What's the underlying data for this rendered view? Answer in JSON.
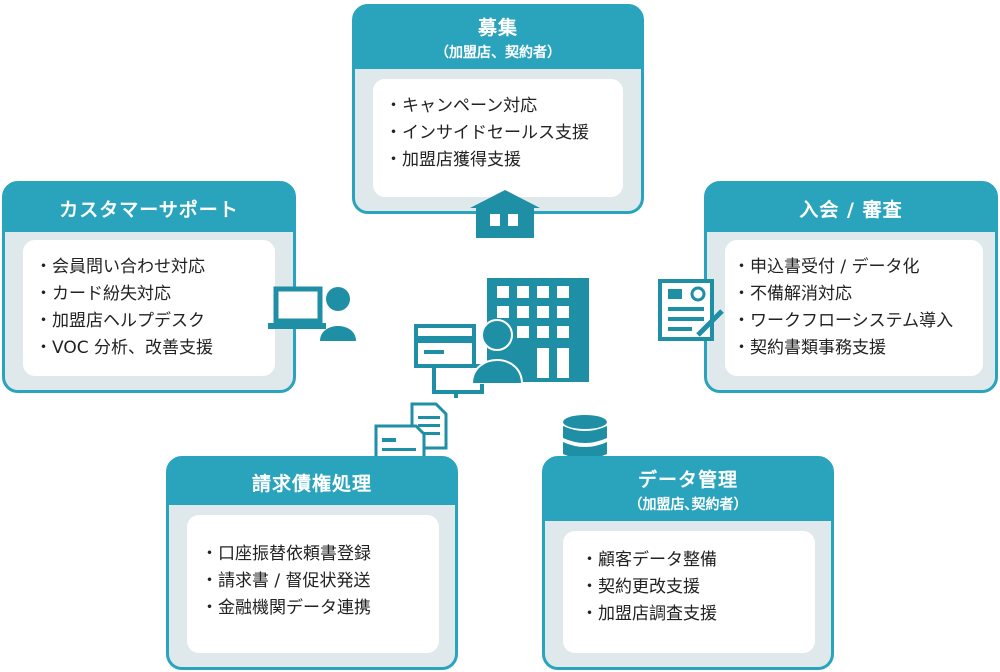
{
  "colors": {
    "accent": "#2aa3bd",
    "icon": "#1f8fa5",
    "card_bg": "#dfe9ec"
  },
  "recruit": {
    "title": "募集",
    "subtitle": "（加盟店、契約者）",
    "items": [
      "キャンペーン対応",
      "インサイドセールス支援",
      "加盟店獲得支援"
    ]
  },
  "customer_support": {
    "title": "カスタマーサポート",
    "items": [
      "会員問い合わせ対応",
      "カード紛失対応",
      "加盟店ヘルプデスク",
      "VOC 分析、改善支援"
    ]
  },
  "enrollment": {
    "title": "入会 / 審査",
    "items": [
      "申込書受付 / データ化",
      "不備解消対応",
      "ワークフローシステム導入",
      "契約書類事務支援"
    ]
  },
  "billing": {
    "title": "請求債権処理",
    "items": [
      "口座振替依頼書登録",
      "請求書 / 督促状発送",
      "金融機関データ連携"
    ]
  },
  "data_management": {
    "title": "データ管理",
    "subtitle": "（加盟店､契約者）",
    "items": [
      "顧客データ整備",
      "契約更改支援",
      "加盟店調査支援"
    ]
  },
  "icons": [
    "house-icon",
    "laptop-person-icon",
    "form-pen-icon",
    "office-building-icon",
    "card-terminal-icon",
    "person-icon",
    "documents-icon",
    "database-icon"
  ]
}
